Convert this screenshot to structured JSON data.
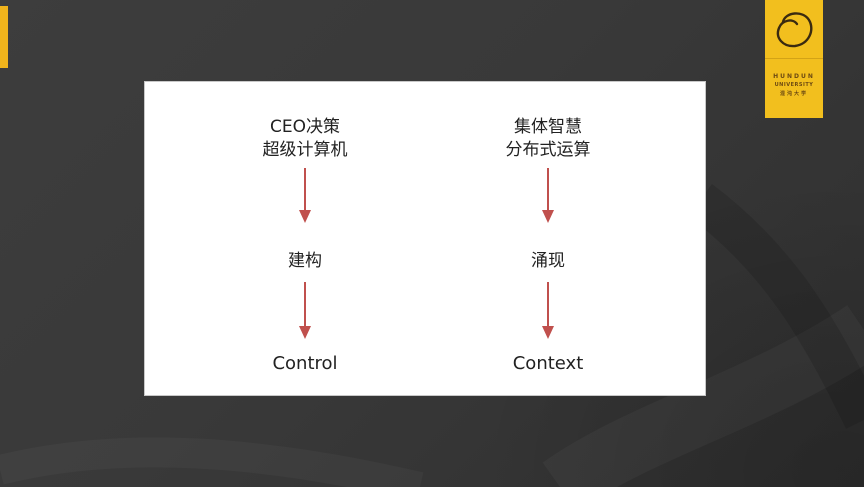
{
  "logo": {
    "name_line1": "HUNDUN",
    "name_line2": "UNIVERSITY",
    "name_line3": "混沌大学"
  },
  "diagram": {
    "left": {
      "top_line1": "CEO决策",
      "top_line2": "超级计算机",
      "middle": "建构",
      "bottom": "Control"
    },
    "right": {
      "top_line1": "集体智慧",
      "top_line2": "分布式运算",
      "middle": "涌现",
      "bottom": "Context"
    }
  },
  "colors": {
    "brand": "#f2bf1e",
    "arrow": "#c0504d",
    "background": "#3a3a3a"
  }
}
